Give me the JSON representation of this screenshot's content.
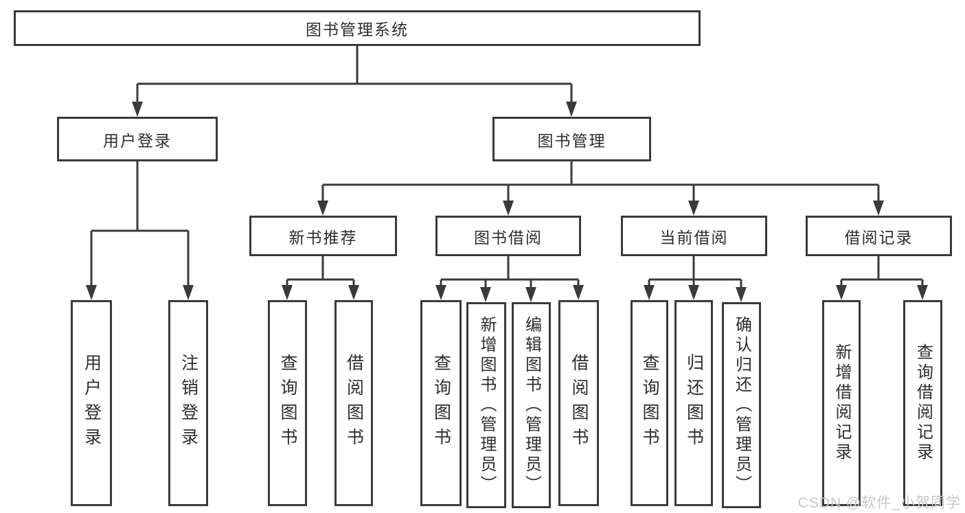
{
  "diagram": {
    "root": "图书管理系统",
    "userLogin": {
      "label": "用户登录",
      "children": [
        "用户登录",
        "注销登录"
      ]
    },
    "bookManagement": {
      "label": "图书管理",
      "sections": [
        {
          "label": "新书推荐",
          "children": [
            "查询图书",
            "借阅图书"
          ]
        },
        {
          "label": "图书借阅",
          "children": [
            "查询图书",
            "新增图书（管理员）",
            "编辑图书（管理员）",
            "借阅图书"
          ]
        },
        {
          "label": "当前借阅",
          "children": [
            "查询图书",
            "归还图书",
            "确认归还（管理员）"
          ]
        },
        {
          "label": "借阅记录",
          "children": [
            "新增借阅记录",
            "查询借阅记录"
          ]
        }
      ]
    }
  },
  "watermark": "CSDN @软件_小贺同学",
  "colors": {
    "line": "#3a3a3a",
    "text": "#2d2d2d",
    "watermark": "#c7c7c7",
    "background": "#ffffff"
  }
}
